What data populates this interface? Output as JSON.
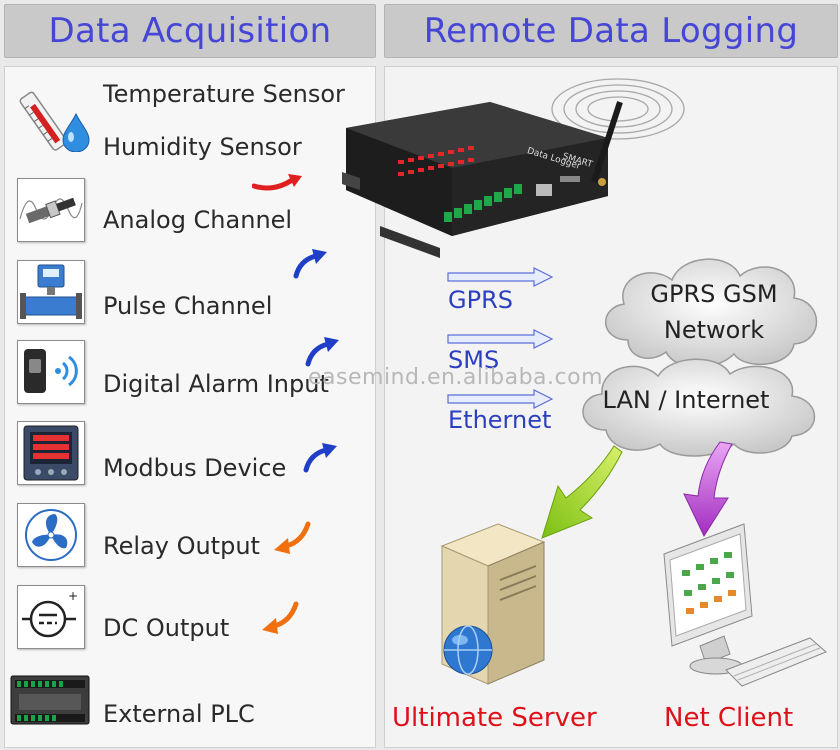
{
  "headers": {
    "left": "Data Acquisition",
    "right": "Remote Data Logging"
  },
  "items": [
    {
      "label": "Temperature Sensor",
      "icon": "thermometer-icon"
    },
    {
      "label": "Humidity Sensor",
      "icon": "water-drop-icon"
    },
    {
      "label": "Analog Channel",
      "icon": "sensor-probe-icon"
    },
    {
      "label": "Pulse Channel",
      "icon": "flow-meter-icon"
    },
    {
      "label": "Digital Alarm Input",
      "icon": "wireless-sensor-icon"
    },
    {
      "label": "Modbus Device",
      "icon": "power-meter-icon"
    },
    {
      "label": "Relay Output",
      "icon": "fan-icon"
    },
    {
      "label": "DC Output",
      "icon": "dc-symbol-icon"
    },
    {
      "label": "External PLC",
      "icon": "plc-icon"
    }
  ],
  "device": {
    "brand": "SMART",
    "model": "Data Logger"
  },
  "protocols": [
    "GPRS",
    "SMS",
    "Ethernet"
  ],
  "clouds": {
    "gsm": [
      "GPRS GSM",
      "Network"
    ],
    "internet": "LAN / Internet"
  },
  "captions": {
    "server": "Ultimate Server",
    "client": "Net Client"
  },
  "watermark": "easemind.en.alibaba.com",
  "colors": {
    "header_text": "#4646d6",
    "protocol_text": "#2b3fc0",
    "caption_text": "#e0101a",
    "arrow_red": "#e02020",
    "arrow_blue": "#1f3fc8",
    "arrow_orange": "#f07010",
    "arrow_green": "#9bd11a",
    "arrow_purple": "#b02fc8"
  }
}
